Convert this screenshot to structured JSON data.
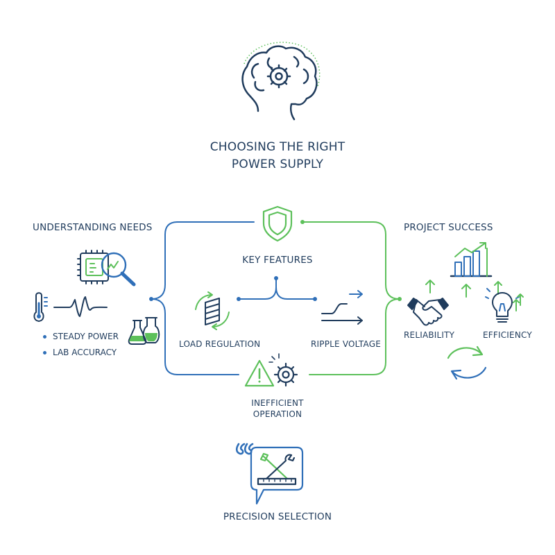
{
  "title": {
    "line1": "CHOOSING THE RIGHT",
    "line2": "POWER SUPPLY"
  },
  "left": {
    "heading": "UNDERSTANDING NEEDS",
    "bullets": [
      "STEADY POWER",
      "LAB ACCURACY"
    ]
  },
  "center": {
    "heading": "KEY FEATURES",
    "load_regulation": "LOAD REGULATION",
    "ripple_voltage": "RIPPLE VOLTAGE",
    "inefficient_line1": "INEFFICIENT",
    "inefficient_line2": "OPERATION"
  },
  "right": {
    "heading": "PROJECT SUCCESS",
    "reliability": "RELIABILITY",
    "efficiency": "EFFICIENCY"
  },
  "bottom": {
    "label": "PRECISION SELECTION"
  },
  "colors": {
    "navy": "#1f3b5c",
    "blue": "#2f6fb8",
    "green": "#5cc05a"
  },
  "icons": [
    "brain-gear-icon",
    "chip-magnifier-icon",
    "thermometer-icon",
    "waveform-icon",
    "flasks-icon",
    "shield-icon",
    "spring-cycle-icon",
    "ripple-arrows-icon",
    "warning-gear-icon",
    "growth-chart-icon",
    "handshake-icon",
    "lightbulb-icon",
    "cycle-arrows-icon",
    "tools-speech-icon"
  ]
}
